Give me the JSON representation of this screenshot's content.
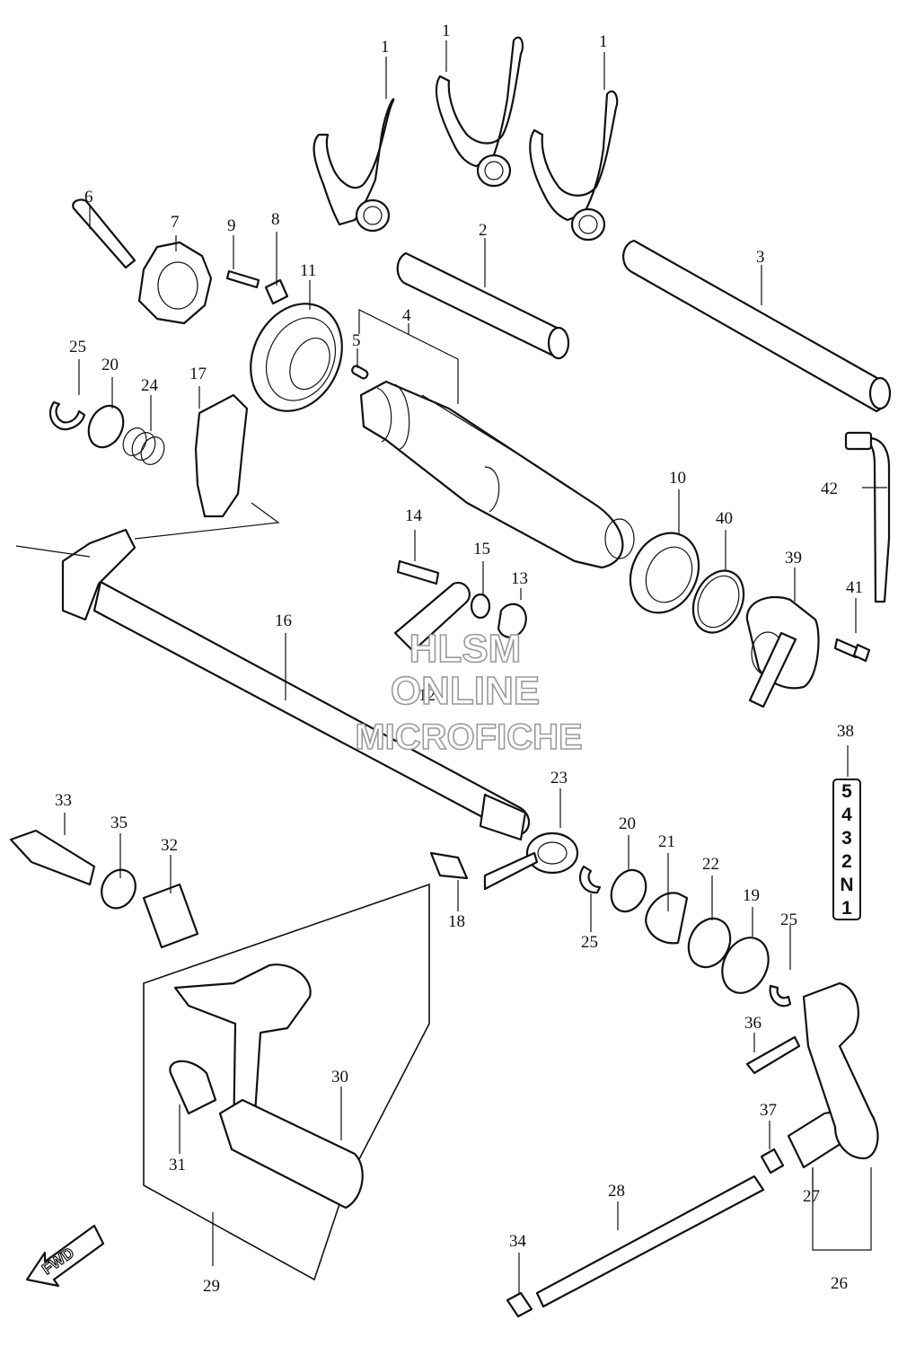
{
  "labels": {
    "fork_a": "1",
    "fork_b": "1",
    "fork_c": "1",
    "shaft_2": "2",
    "shaft_3": "3",
    "drum_4": "4",
    "pin_5": "5",
    "bolt_6": "6",
    "cam_7": "7",
    "washer_8": "8",
    "screw_9": "9",
    "bearing_10": "10",
    "bearing_11": "11",
    "lever_12": "12",
    "spring_13": "13",
    "bolt_14": "14",
    "washer_15": "15",
    "shaft_16": "16",
    "plate_17": "17",
    "bolt_18": "18",
    "washer_19": "19",
    "ring_20a": "20",
    "ring_20b": "20",
    "bearing_21": "21",
    "seal_22": "22",
    "spring_23": "23",
    "spring_24": "24",
    "clip_25a": "25",
    "clip_25b": "25",
    "clip_25c": "25",
    "arm_26": "26",
    "joint_27": "27",
    "rod_28": "28",
    "pedal_29": "29",
    "rubber_30": "30",
    "pivot_31": "31",
    "bushing_32": "32",
    "bolt_33": "33",
    "nut_34": "34",
    "washer_35": "35",
    "bolt_36": "36",
    "nut_37": "37",
    "indicator_38": "38",
    "switch_39": "39",
    "oring_40": "40",
    "screw_41": "41",
    "wire_42": "42"
  },
  "gear_indicator": [
    "5",
    "4",
    "3",
    "2",
    "N",
    "1"
  ],
  "watermark": [
    "HLSM",
    "ONLINE",
    "MICROFICHE"
  ],
  "fwd_badge": "FWD"
}
